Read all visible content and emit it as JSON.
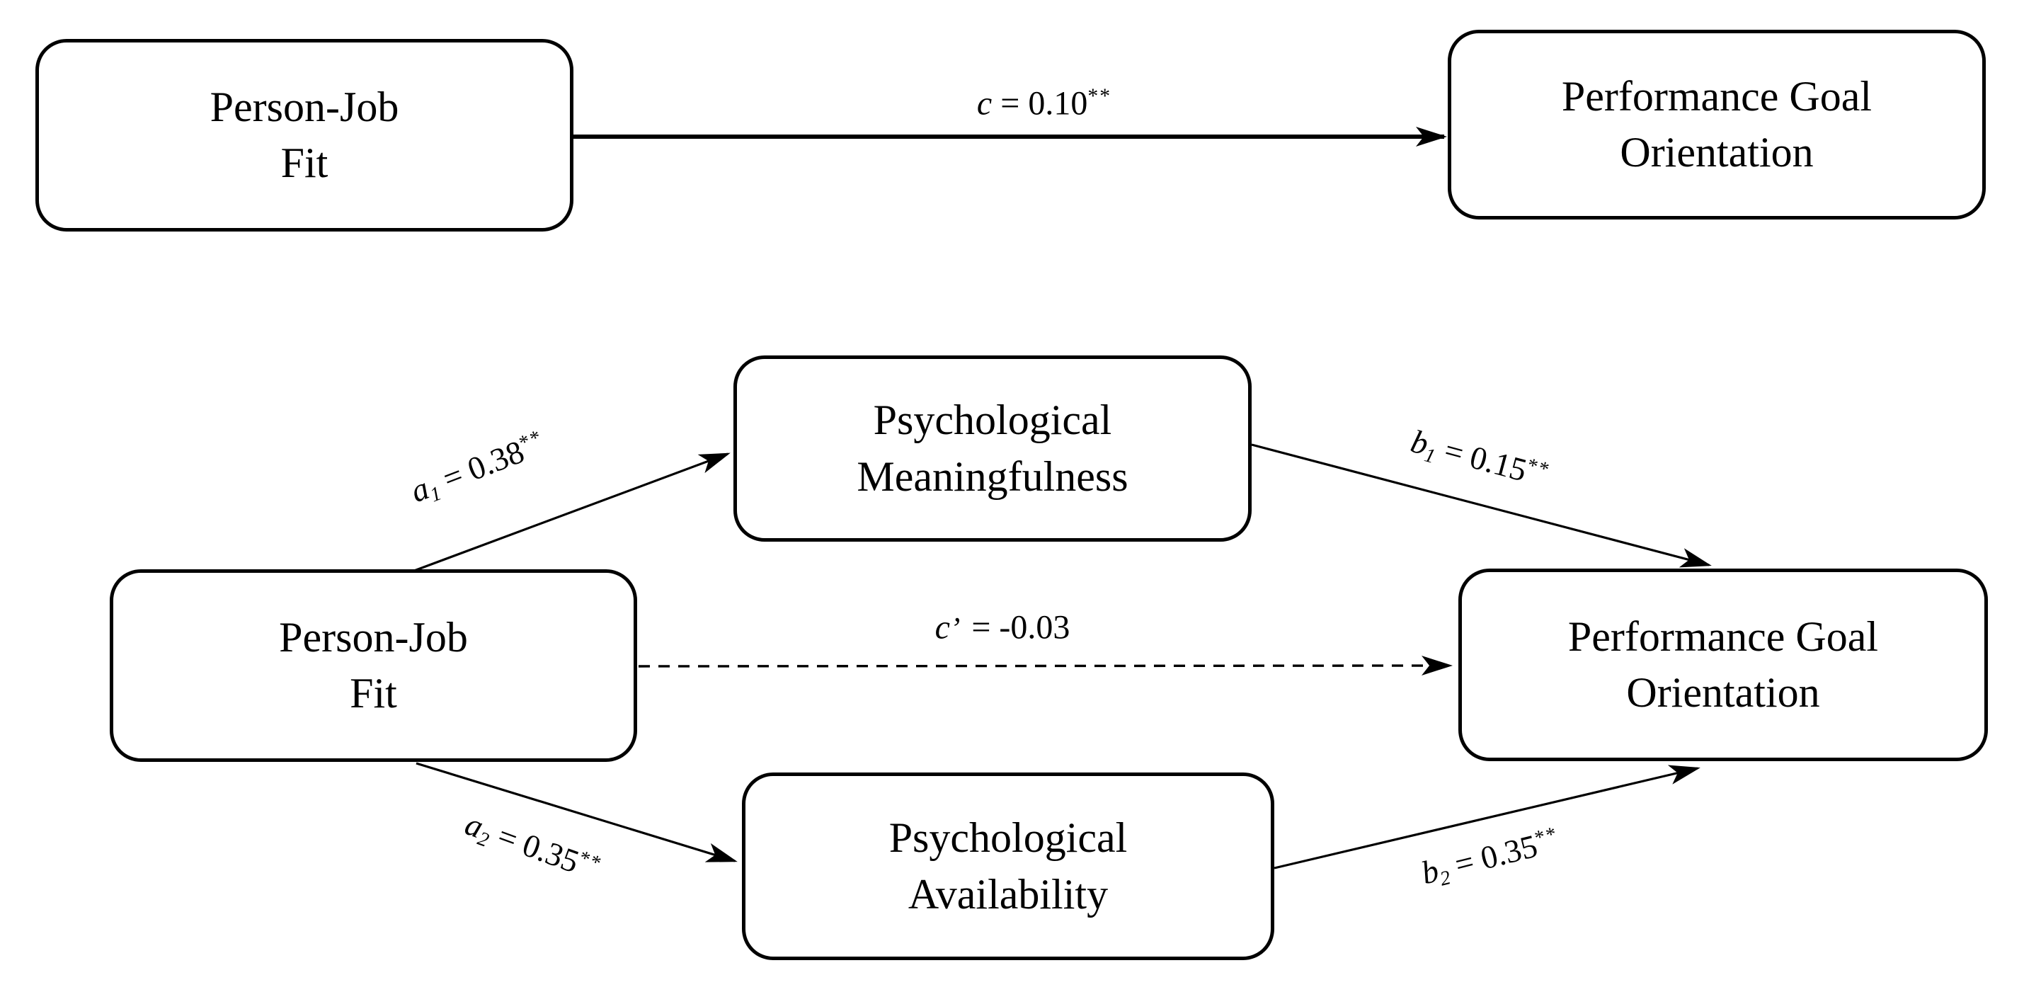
{
  "colors": {
    "ink": "#000000",
    "paper": "#ffffff"
  },
  "top_model": {
    "predictor": {
      "line1": "Person-Job",
      "line2": "Fit"
    },
    "outcome": {
      "line1": "Performance Goal",
      "line2": "Orientation"
    },
    "path_c": {
      "coef": "c",
      "eq": " = 0.10",
      "sig": "**"
    }
  },
  "mediation_model": {
    "predictor": {
      "line1": "Person-Job",
      "line2": "Fit"
    },
    "mediator_meaningfulness": {
      "line1": "Psychological",
      "line2": "Meaningfulness"
    },
    "mediator_availability": {
      "line1": "Psychological",
      "line2": "Availability"
    },
    "outcome": {
      "line1": "Performance Goal",
      "line2": "Orientation"
    },
    "path_a1": {
      "coef": "a",
      "sub": "1",
      "eq": " = 0.38",
      "sig": "**"
    },
    "path_b1": {
      "coef": "b",
      "sub": "1",
      "eq": " = 0.15",
      "sig": "**"
    },
    "path_a2": {
      "coef": "a",
      "sub": "2",
      "eq": " = 0.35",
      "sig": "**"
    },
    "path_b2": {
      "coef": "b",
      "sub": "2",
      "eq": " = 0.35",
      "sig": "**"
    },
    "path_c_prime": {
      "coef": "c",
      "prime": "’",
      "eq": " = -0.03"
    }
  }
}
